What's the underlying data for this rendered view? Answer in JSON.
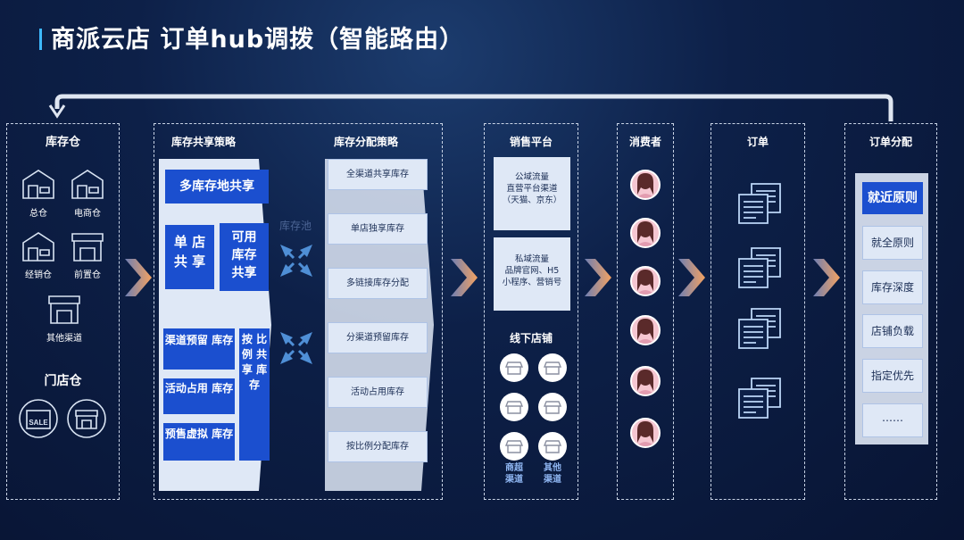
{
  "title": "商派云店  订单hub调拨（智能路由）",
  "inventory": {
    "header": "库存仓",
    "items": [
      "总仓",
      "电商仓",
      "经销仓",
      "前置仓",
      "其他渠道"
    ],
    "store_header": "门店仓"
  },
  "strategy": {
    "share_header": "库存共享策略",
    "alloc_header": "库存分配策略",
    "pool_label": "库存池",
    "multi_loc": "多库存地共享",
    "single_share": "单 店\n共 享",
    "available_share": "可用\n库存\n共享",
    "channel_reserve": "渠道预留 库存",
    "activity_use": "活动占用 库存",
    "presale_virtual": "预售虚拟 库存",
    "ratio_share": "按 比\n例 共\n享 库\n存",
    "alloc_items": [
      "全渠道共享库存",
      "单店独享库存",
      "多链接库存分配",
      "分渠道预留库存",
      "活动占用库存",
      "按比例分配库存"
    ]
  },
  "sales": {
    "header": "销售平台",
    "public_flow": "公域流量\n直营平台渠道\n（天猫、京东）",
    "private_flow": "私域流量\n品牌官网、H5\n小程序、营销号",
    "offline_header": "线下店铺",
    "label_left": "商超\n渠道",
    "label_right": "其他\n渠道"
  },
  "consumer": {
    "header": "消费者",
    "count": 6
  },
  "orders": {
    "header": "订单",
    "count": 4
  },
  "allocation": {
    "header": "订单分配",
    "items": [
      "就近原则",
      "就全原则",
      "库存深度",
      "店铺负载",
      "指定优先",
      "……"
    ]
  },
  "colors": {
    "accent": "#3db9ff",
    "blue_box": "#1b4fcf",
    "light_box": "#dfe8f6",
    "chevron": "#f0a56a"
  }
}
